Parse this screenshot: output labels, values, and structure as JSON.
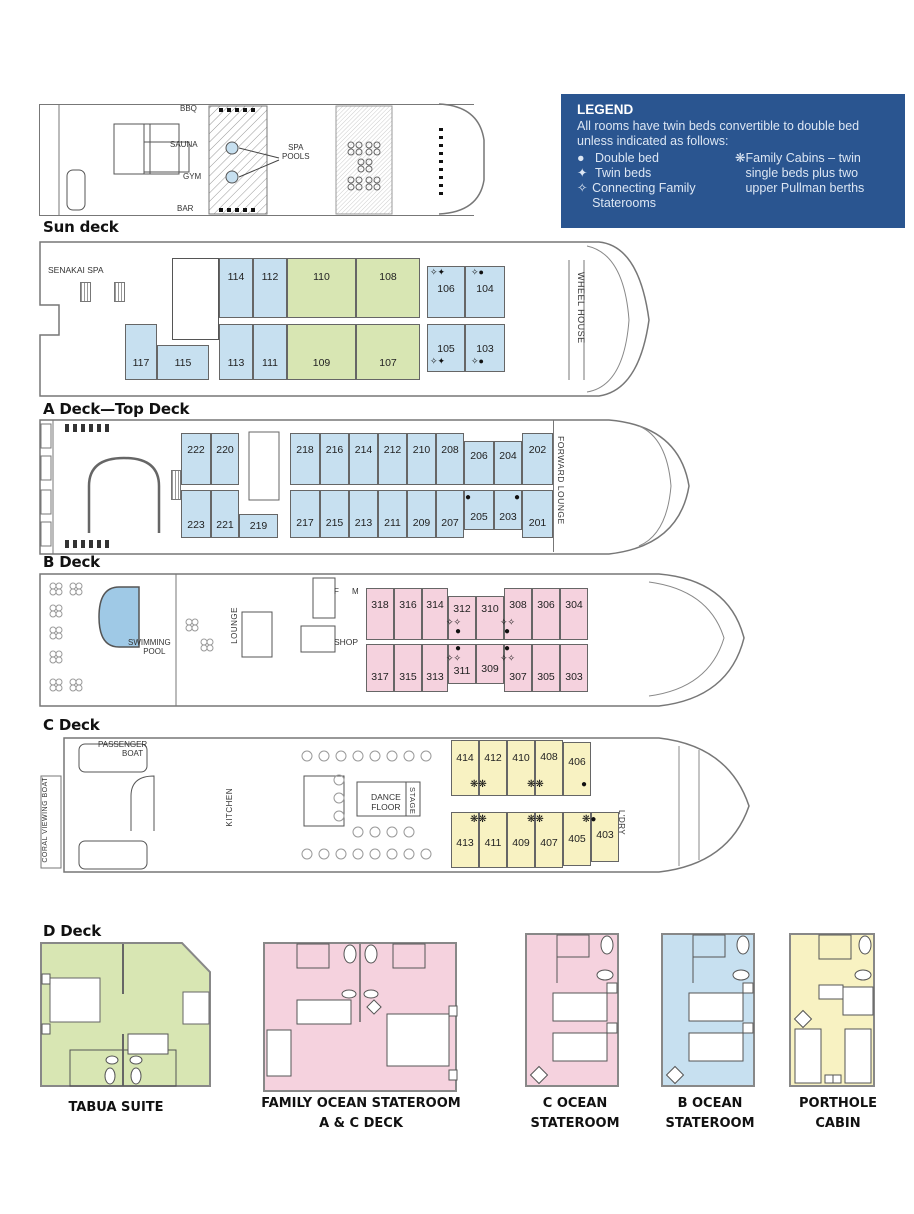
{
  "legend": {
    "title": "LEGEND",
    "intro": "All rooms have twin beds convertible to double bed unless indicated as follows:",
    "items": [
      {
        "icon": "filled-circle-icon",
        "glyph": "●",
        "label": "Double bed"
      },
      {
        "icon": "four-point-star-icon",
        "glyph": "✦",
        "label": "Twin beds"
      },
      {
        "icon": "outline-star-icon",
        "glyph": "✧",
        "label": "Connecting Family Staterooms"
      },
      {
        "icon": "asterisk-icon",
        "glyph": "❋",
        "label": "Family Cabins – twin single beds plus two upper Pullman berths"
      }
    ]
  },
  "colors": {
    "legend_bg": "#2a5590",
    "ocean_stateroom": "#c7e0f0",
    "tabua_suite": "#d8e6b3",
    "family_stateroom": "#f5d2de",
    "porthole_cabin": "#f8f2c2"
  },
  "decks": {
    "sun": {
      "title": "Sun deck",
      "labels": {
        "bbq": "BBQ",
        "sauna": "SAUNA",
        "gym": "GYM",
        "bar": "BAR",
        "spa_pools": "SPA\nPOOLS",
        "spa_pools_1": "SPA",
        "spa_pools_2": "POOLS"
      }
    },
    "a": {
      "title": "A Deck—Top Deck",
      "labels": {
        "spa": "SENAKAI SPA",
        "wheelhouse": "WHEEL HOUSE"
      },
      "cabins_top": [
        "114",
        "112",
        "110",
        "108",
        "106",
        "104"
      ],
      "cabins_bottom": [
        "117",
        "115",
        "113",
        "111",
        "109",
        "107",
        "105",
        "103"
      ],
      "symbols": {
        "106": "✧✦",
        "104": "✧●",
        "105": "✧✦",
        "103": "✧●"
      }
    },
    "b": {
      "title": "B Deck",
      "labels": {
        "lounge": "FORWARD LOUNGE"
      },
      "cabins_top": [
        "222",
        "220",
        "218",
        "216",
        "214",
        "212",
        "210",
        "208",
        "206",
        "204",
        "202"
      ],
      "cabins_bottom": [
        "223",
        "221",
        "219",
        "217",
        "215",
        "213",
        "211",
        "209",
        "207",
        "205",
        "203",
        "201"
      ]
    },
    "c": {
      "title": "C Deck",
      "labels": {
        "pool": "SWIMMING POOL",
        "pool_1": "SWIMMING",
        "pool_2": "POOL",
        "lounge": "LOUNGE",
        "shop": "SHOP",
        "f": "F",
        "m": "M"
      },
      "cabins_top": [
        "318",
        "316",
        "314",
        "312",
        "310",
        "308",
        "306",
        "304"
      ],
      "cabins_bottom": [
        "317",
        "315",
        "313",
        "311",
        "309",
        "307",
        "305",
        "303"
      ]
    },
    "d": {
      "title": "D Deck",
      "labels": {
        "passenger_boat": "PASSENGER BOAT",
        "pb_1": "PASSENGER",
        "pb_2": "BOAT",
        "coral_boat": "CORAL VIEWING BOAT",
        "kitchen": "KITCHEN",
        "dance": "DANCE FLOOR",
        "dance_1": "DANCE",
        "dance_2": "FLOOR",
        "stage": "STAGE",
        "laundry": "L'DRY"
      },
      "cabins_top": [
        "414",
        "412",
        "410",
        "408",
        "406"
      ],
      "cabins_bottom": [
        "413",
        "411",
        "409",
        "407",
        "405",
        "403"
      ]
    }
  },
  "room_plans": [
    {
      "name": "TABUA SUITE",
      "line1": "TABUA SUITE",
      "line2": ""
    },
    {
      "name": "FAMILY OCEAN STATEROOM A & C DECK",
      "line1": "FAMILY OCEAN STATEROOM",
      "line2": "A & C DECK"
    },
    {
      "name": "C OCEAN STATEROOM",
      "line1": "C OCEAN",
      "line2": "STATEROOM"
    },
    {
      "name": "B OCEAN STATEROOM",
      "line1": "B OCEAN",
      "line2": "STATEROOM"
    },
    {
      "name": "PORTHOLE CABIN",
      "line1": "PORTHOLE",
      "line2": "CABIN"
    }
  ]
}
